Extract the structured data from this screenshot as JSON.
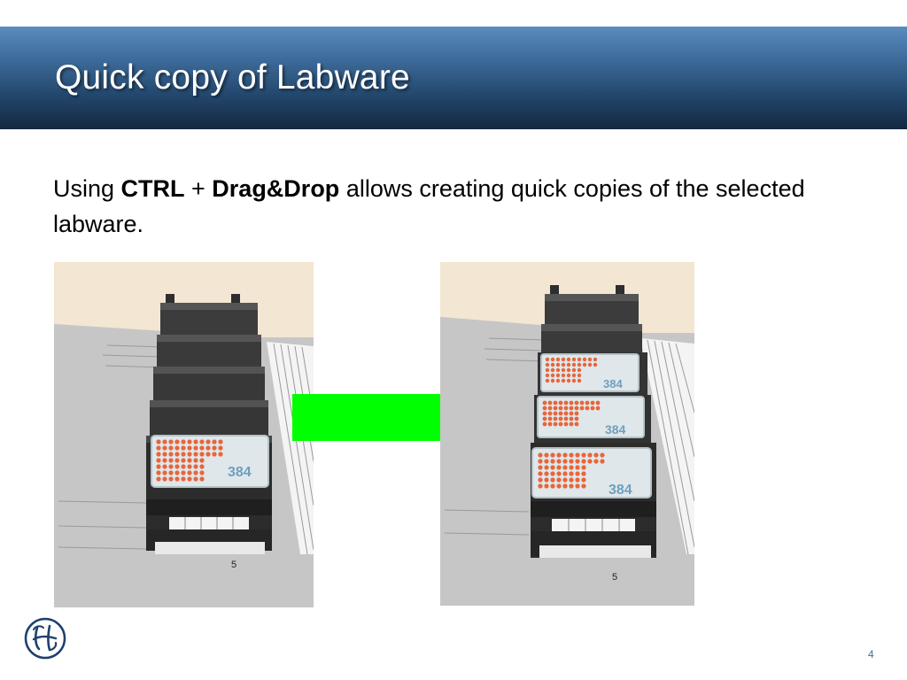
{
  "slide": {
    "title": "Quick copy of Labware",
    "body": {
      "prefix": "Using ",
      "key1": "CTRL",
      "plus": " + ",
      "key2": "Drag&Drop",
      "suffix": " allows creating quick copies of the selected labware."
    },
    "page_number": "4"
  },
  "before_image": {
    "plate_label": "384",
    "position_label": "5"
  },
  "after_image": {
    "plate_labels": [
      "384",
      "384",
      "384"
    ],
    "position_label": "5"
  },
  "icons": {
    "arrow": "right-arrow-icon",
    "logo": "hamilton-logo-icon"
  },
  "colors": {
    "title_bar_top": "#5a8cbf",
    "title_bar_bottom": "#14273f",
    "arrow": "#00ff00",
    "well": "#e8653a",
    "brand_blue": "#1f3f6e"
  }
}
